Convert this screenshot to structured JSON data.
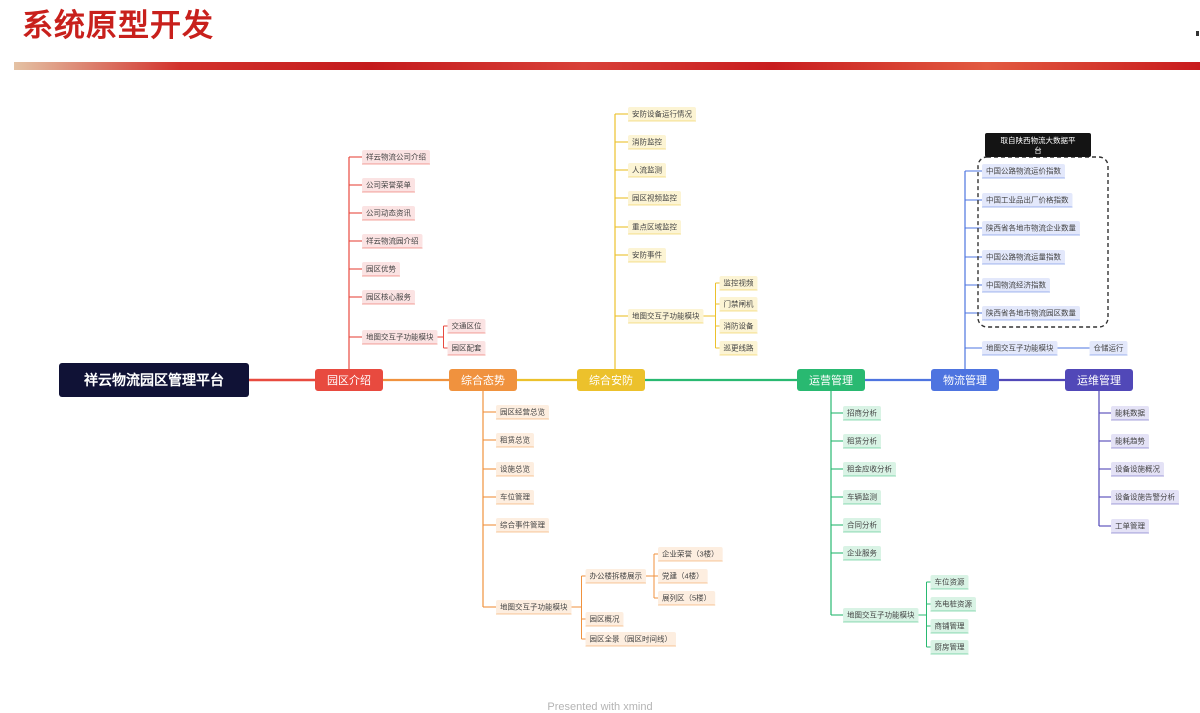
{
  "page": {
    "title": "系统原型开发",
    "footer": "Presented with xmind"
  },
  "mindmap": {
    "root": "祥云物流园区管理平台",
    "branches": [
      {
        "label": "园区介绍",
        "color": "#e84a3f",
        "sub_color": "#fbe3e3",
        "children": [
          {
            "label": "祥云物流公司介绍"
          },
          {
            "label": "公司荣誉菜单"
          },
          {
            "label": "公司动态资讯"
          },
          {
            "label": "祥云物流园介绍"
          },
          {
            "label": "园区优势"
          },
          {
            "label": "园区核心服务"
          },
          {
            "label": "地图交互子功能模块",
            "children": [
              {
                "label": "交通区位"
              },
              {
                "label": "园区配套"
              }
            ]
          }
        ]
      },
      {
        "label": "综合态势",
        "color": "#f0923e",
        "sub_color": "#fdeee0",
        "children": [
          {
            "label": "园区经营总览"
          },
          {
            "label": "租赁总览"
          },
          {
            "label": "设施总览"
          },
          {
            "label": "车位管理"
          },
          {
            "label": "综合事件管理"
          },
          {
            "label": "地图交互子功能模块",
            "children": [
              {
                "label": "办公楼拆楼展示",
                "children": [
                  {
                    "label": "企业荣誉（3楼）"
                  },
                  {
                    "label": "党建（4楼）"
                  },
                  {
                    "label": "展列区（5楼）"
                  }
                ]
              },
              {
                "label": "园区概况"
              },
              {
                "label": "园区全景（园区时间线）"
              }
            ]
          }
        ]
      },
      {
        "label": "综合安防",
        "color": "#ecc12c",
        "sub_color": "#fcf4d4",
        "children": [
          {
            "label": "安防设备运行情况"
          },
          {
            "label": "消防监控"
          },
          {
            "label": "人流监测"
          },
          {
            "label": "园区视频监控"
          },
          {
            "label": "重点区域监控"
          },
          {
            "label": "安防事件"
          },
          {
            "label": "地图交互子功能模块",
            "children": [
              {
                "label": "监控视频"
              },
              {
                "label": "门禁闸机"
              },
              {
                "label": "消防设备"
              },
              {
                "label": "巡更线路"
              }
            ]
          }
        ]
      },
      {
        "label": "运营管理",
        "color": "#29b971",
        "sub_color": "#d9f3e5",
        "children": [
          {
            "label": "招商分析"
          },
          {
            "label": "租赁分析"
          },
          {
            "label": "租金应收分析"
          },
          {
            "label": "车辆监测"
          },
          {
            "label": "合同分析"
          },
          {
            "label": "企业服务"
          },
          {
            "label": "地图交互子功能模块",
            "children": [
              {
                "label": "车位资源"
              },
              {
                "label": "充电桩资源"
              },
              {
                "label": "商铺管理"
              },
              {
                "label": "厨房管理"
              }
            ]
          }
        ]
      },
      {
        "label": "物流管理",
        "color": "#4e74e0",
        "sub_color": "#e3e8fb",
        "group_label": "取自陕西物流大数据平台",
        "children": [
          {
            "label": "中国公路物流运价指数"
          },
          {
            "label": "中国工业品出厂价格指数"
          },
          {
            "label": "陕西省各地市物流企业数量"
          },
          {
            "label": "中国公路物流运量指数"
          },
          {
            "label": "中国物流经济指数"
          },
          {
            "label": "陕西省各地市物流园区数量"
          },
          {
            "label": "地图交互子功能模块",
            "children": [
              {
                "label": "仓储运行"
              }
            ]
          }
        ]
      },
      {
        "label": "运维管理",
        "color": "#5148b8",
        "sub_color": "#e4e2f6",
        "children": [
          {
            "label": "能耗数据"
          },
          {
            "label": "能耗趋势"
          },
          {
            "label": "设备设施概况"
          },
          {
            "label": "设备设施告警分析"
          },
          {
            "label": "工单管理"
          }
        ]
      }
    ]
  }
}
